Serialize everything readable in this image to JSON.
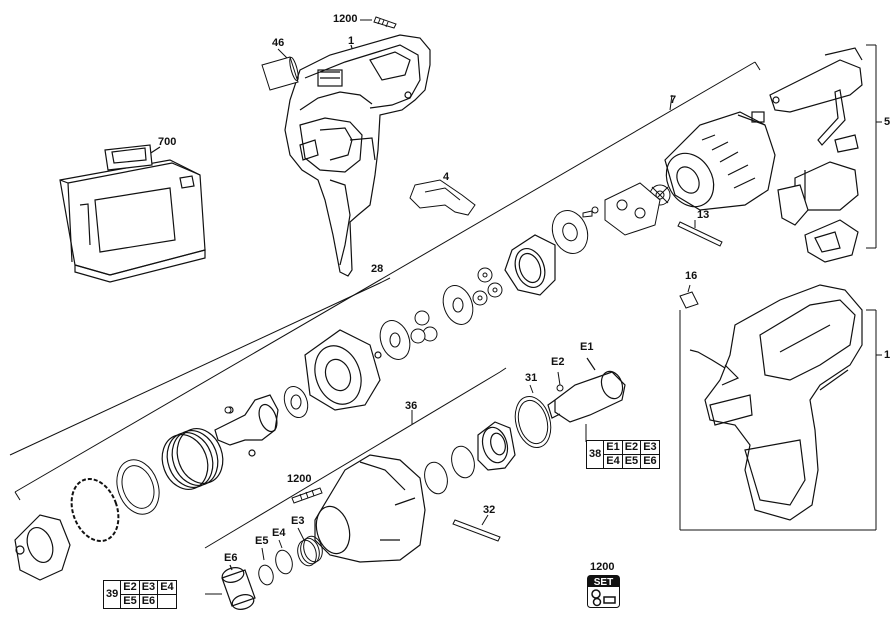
{
  "labels": {
    "p1200_top": "1200",
    "p1": "1",
    "p46": "46",
    "p4": "4",
    "p700": "700",
    "p7": "7",
    "p5": "5",
    "p13": "13",
    "p16": "16",
    "p1_right": "1",
    "p28": "28",
    "p36": "36",
    "p31": "31",
    "pE2": "E2",
    "pE1": "E1",
    "p1200_mid": "1200",
    "p32": "32",
    "pE3": "E3",
    "pE4": "E4",
    "pE5": "E5",
    "pE6": "E6",
    "p1200_bottom": "1200"
  },
  "kit38": {
    "number": "38",
    "row1": [
      "E1",
      "E2",
      "E3"
    ],
    "row2": [
      "E4",
      "E5",
      "E6"
    ]
  },
  "kit39": {
    "number": "39",
    "row1": [
      "E2",
      "E3",
      "E4"
    ],
    "row2": [
      "E5",
      "E6"
    ]
  },
  "set_badge": {
    "text": "SET"
  }
}
